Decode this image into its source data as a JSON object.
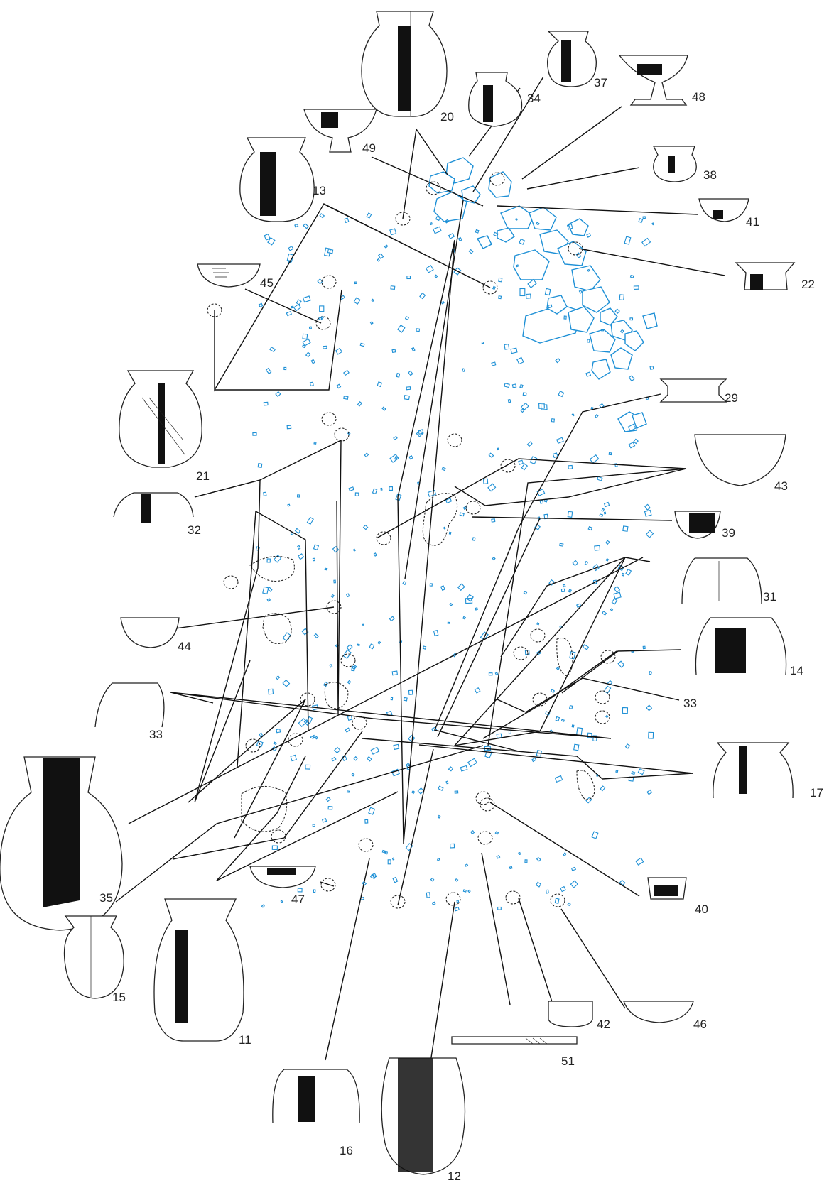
{
  "vessel_numbers": {
    "v20": "20",
    "v34": "34",
    "v37": "37",
    "v48": "48",
    "v49": "49",
    "v13": "13",
    "v38": "38",
    "v41": "41",
    "v45": "45",
    "v22": "22",
    "v21": "21",
    "v29": "29",
    "v43": "43",
    "v32": "32",
    "v39": "39",
    "v31": "31",
    "v44": "44",
    "v14": "14",
    "v33a": "33",
    "v33b": "33",
    "v17": "17",
    "v35": "35",
    "v40": "40",
    "v15": "15",
    "v47": "47",
    "v11": "11",
    "v42": "42",
    "v46": "46",
    "v51": "51",
    "v16": "16",
    "v12": "12"
  },
  "colors": {
    "stones": "#1e90d6",
    "lines": "#111111"
  }
}
